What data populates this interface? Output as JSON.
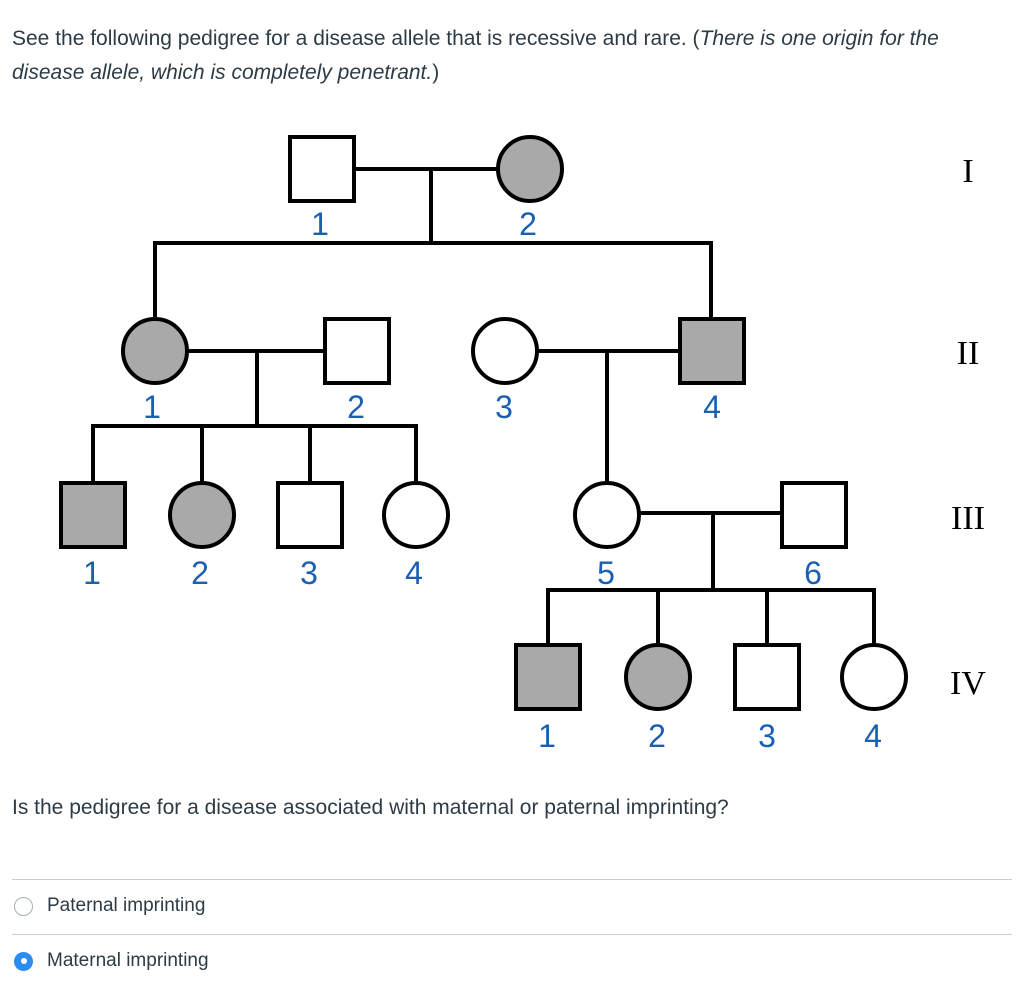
{
  "intro": {
    "text_plain": "See the following pedigree for a disease allele that is recessive and rare. (",
    "text_italic": "There is one origin for the disease allele, which is completely penetrant.",
    "text_close": ")"
  },
  "pedigree": {
    "generations": [
      "I",
      "II",
      "III",
      "IV"
    ],
    "affected_color": "#a9a9a9",
    "individuals": [
      {
        "id": "I-1",
        "label": "1",
        "sex": "male",
        "affected": false
      },
      {
        "id": "I-2",
        "label": "2",
        "sex": "female",
        "affected": true
      },
      {
        "id": "II-1",
        "label": "1",
        "sex": "female",
        "affected": true
      },
      {
        "id": "II-2",
        "label": "2",
        "sex": "male",
        "affected": false
      },
      {
        "id": "II-3",
        "label": "3",
        "sex": "female",
        "affected": false
      },
      {
        "id": "II-4",
        "label": "4",
        "sex": "male",
        "affected": true
      },
      {
        "id": "III-1",
        "label": "1",
        "sex": "male",
        "affected": true
      },
      {
        "id": "III-2",
        "label": "2",
        "sex": "female",
        "affected": true
      },
      {
        "id": "III-3",
        "label": "3",
        "sex": "male",
        "affected": false
      },
      {
        "id": "III-4",
        "label": "4",
        "sex": "female",
        "affected": false
      },
      {
        "id": "III-5",
        "label": "5",
        "sex": "female",
        "affected": false
      },
      {
        "id": "III-6",
        "label": "6",
        "sex": "male",
        "affected": false
      },
      {
        "id": "IV-1",
        "label": "1",
        "sex": "male",
        "affected": true
      },
      {
        "id": "IV-2",
        "label": "2",
        "sex": "female",
        "affected": true
      },
      {
        "id": "IV-3",
        "label": "3",
        "sex": "male",
        "affected": false
      },
      {
        "id": "IV-4",
        "label": "4",
        "sex": "female",
        "affected": false
      }
    ]
  },
  "question": "Is the pedigree for a disease associated with maternal or paternal imprinting?",
  "answers": [
    {
      "label": "Paternal imprinting",
      "selected": false
    },
    {
      "label": "Maternal imprinting",
      "selected": true
    }
  ],
  "accent_color": "#2d8cf0"
}
